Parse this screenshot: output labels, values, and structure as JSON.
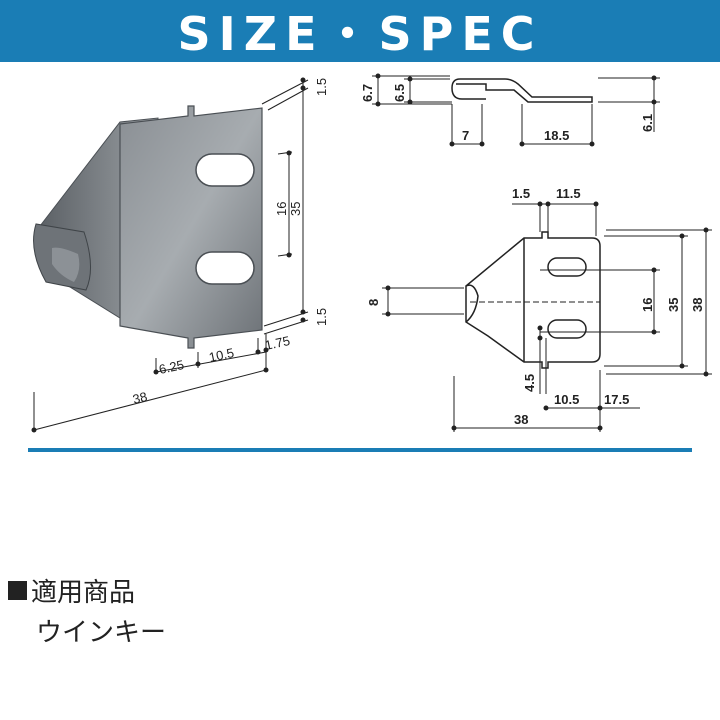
{
  "header": {
    "title": "SIZE・SPEC"
  },
  "photo_dimensions": {
    "top_offset": "1.5",
    "hole_pitch": "16",
    "height": "35",
    "bottom_offset": "1.5",
    "edge": "6.25",
    "hole_pos": "10.5",
    "thickness": "1.75",
    "width": "38"
  },
  "side_view_dimensions": {
    "overall_height": "6.7",
    "inner_height": "6.5",
    "lip": "7",
    "flat_length": "18.5",
    "end_height": "6.1"
  },
  "top_view_dimensions": {
    "tab_width": "1.5",
    "tab_offset": "11.5",
    "hook_width": "8",
    "hole_pitch": "16",
    "height": "35",
    "overall_height": "38",
    "slot_offset": "4.5",
    "hole_pos": "10.5",
    "end_length": "17.5",
    "width": "38"
  },
  "applicable": {
    "heading": "適用商品",
    "product": "ウインキー"
  }
}
